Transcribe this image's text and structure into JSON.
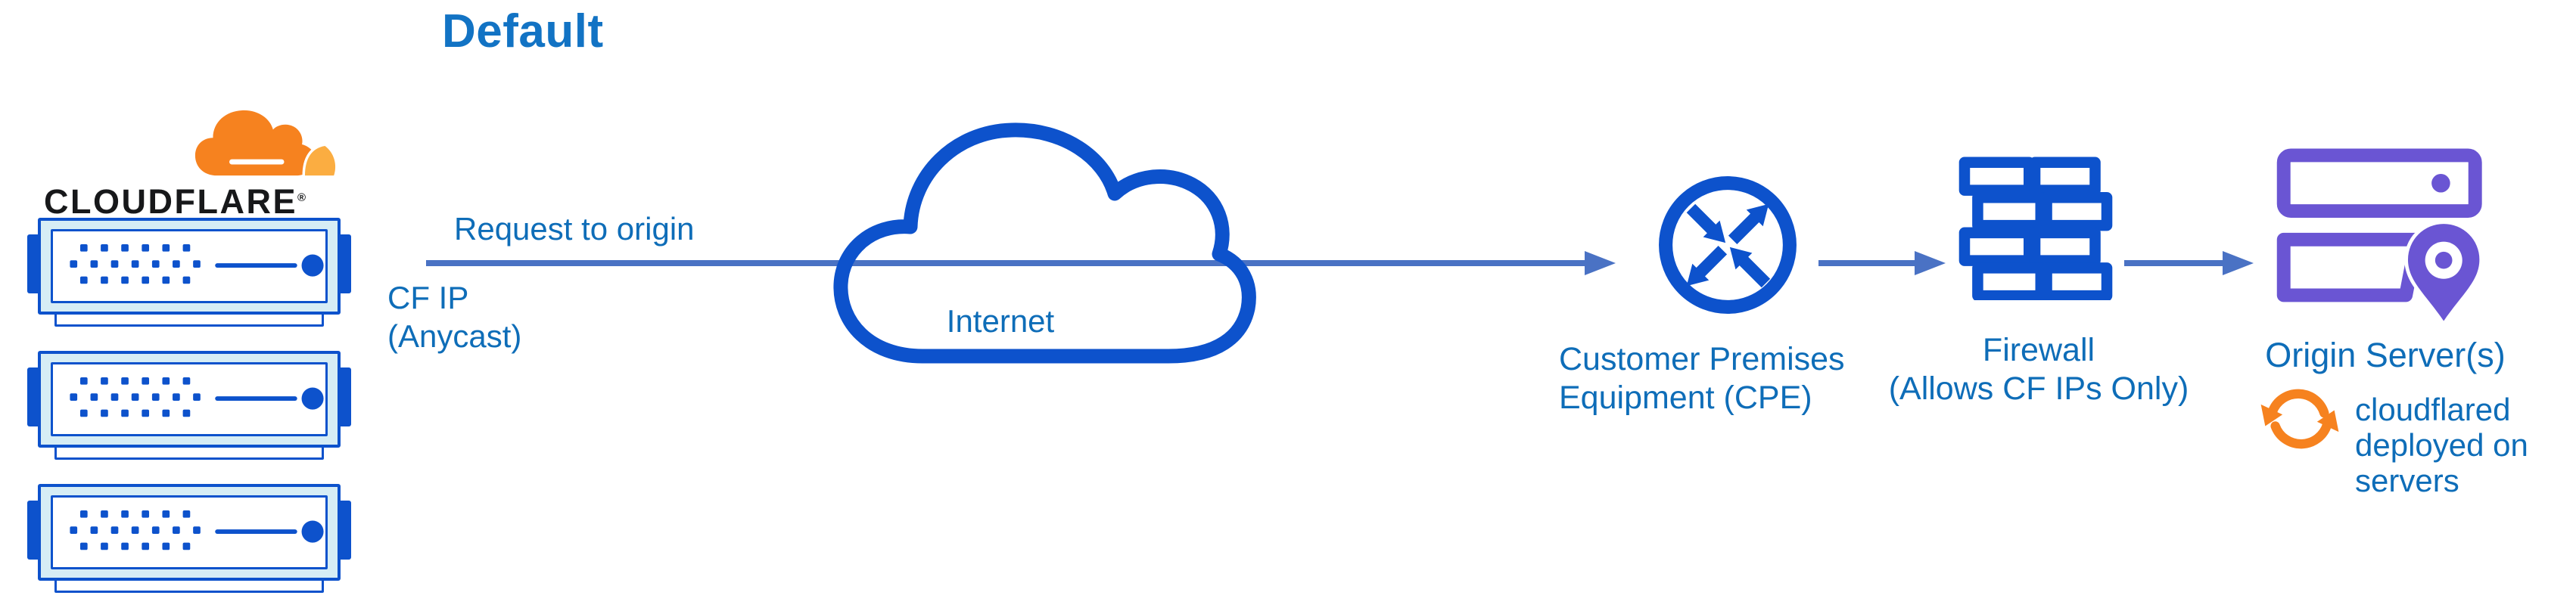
{
  "title": "Default",
  "colors": {
    "icon_blue": "#0d52cc",
    "text_blue": "#0e6db8",
    "title_blue": "#1273c4",
    "line_blue": "#4a72c4",
    "server_fill": "#d6edf5",
    "orange": "#f6821f",
    "orange_light": "#fbad41",
    "purple": "#6a55d3",
    "wordmark_black": "#17181a"
  },
  "cloudflare": {
    "wordmark": "CLOUDFLARE",
    "registered": "®",
    "logo_icon": "cloudflare-logo-cloud-icon",
    "server_icon": "edge-server-icon",
    "server_count": 3
  },
  "flow": {
    "request_label": "Request to origin",
    "ip_label": "CF IP\n(Anycast)"
  },
  "internet": {
    "label": "Internet",
    "icon": "internet-cloud-icon"
  },
  "cpe": {
    "line1": "Customer Premises",
    "line2": "Equipment (CPE)",
    "icon": "router-icon"
  },
  "firewall": {
    "line1": "Firewall",
    "line2": "(Allows CF IPs Only)",
    "icon": "firewall-icon"
  },
  "origin": {
    "label": "Origin Server(s)",
    "icon": "origin-servers-icon",
    "pin_icon": "location-pin-icon",
    "note_icon": "sync-icon",
    "note": "cloudflared deployed on servers"
  }
}
